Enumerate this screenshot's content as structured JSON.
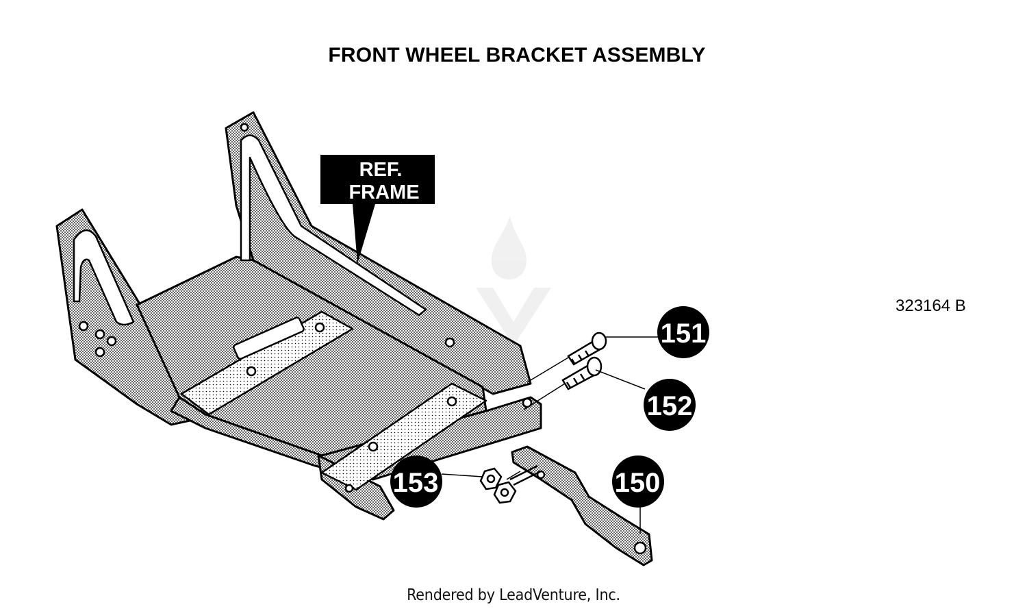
{
  "title": "FRONT WHEEL BRACKET ASSEMBLY",
  "reference_label": {
    "line1": "REF.",
    "line2": "FRAME"
  },
  "drawing_number": "323164 B",
  "callouts": [
    {
      "id": "150",
      "label": "150"
    },
    {
      "id": "151",
      "label": "151"
    },
    {
      "id": "152",
      "label": "152"
    },
    {
      "id": "153",
      "label": "153"
    }
  ],
  "footer": "Rendered by LeadVenture, Inc.",
  "colors": {
    "ink": "#000000",
    "paper": "#ffffff",
    "shade": "#bdbdbd"
  }
}
